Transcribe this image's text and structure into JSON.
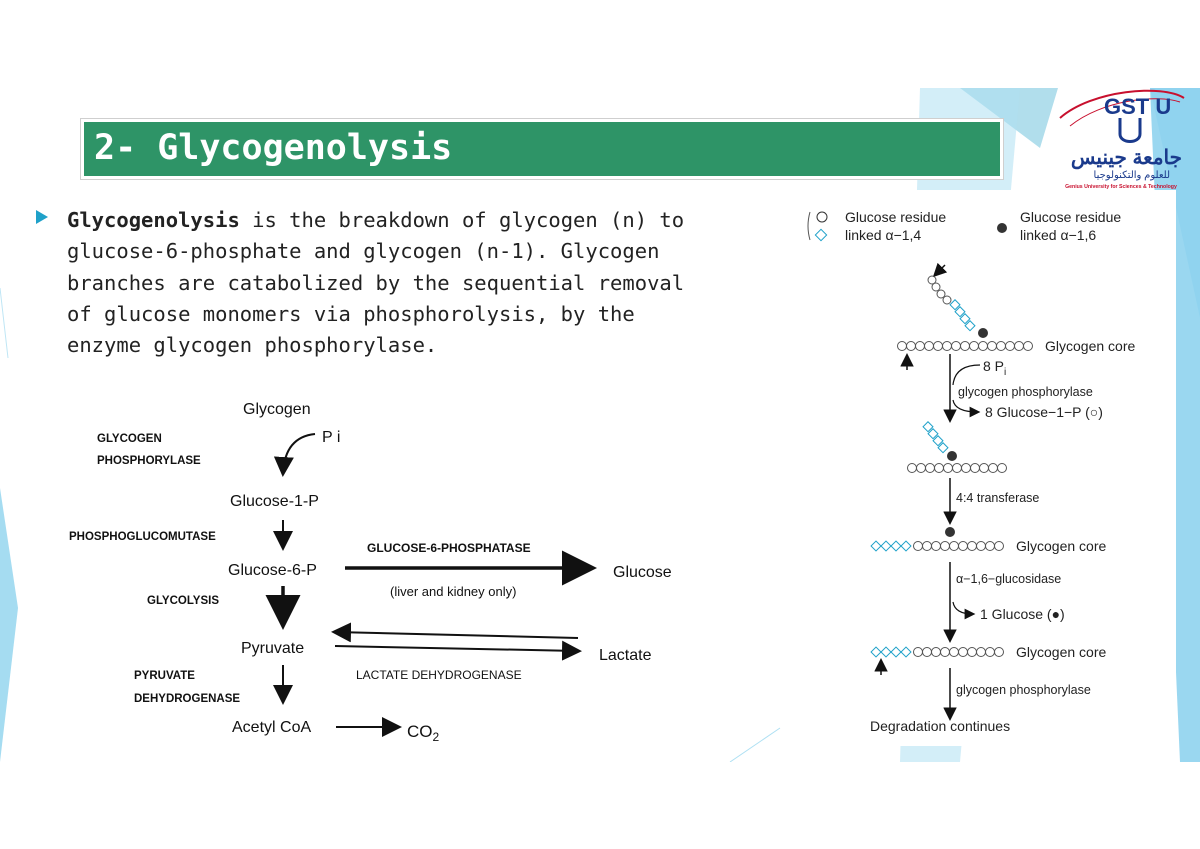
{
  "slide": {
    "title": "2- Glycogenolysis",
    "intro_bold": "Glycogenolysis",
    "intro_rest": " is the breakdown of glycogen (n) to glucose-6-phosphate and glycogen (n-1). Glycogen branches are catabolized by the sequential removal of glucose monomers via phosphorolysis, by the enzyme glycogen phosphorylase."
  },
  "logo": {
    "mark": "GST U",
    "arabic_name": "جامعة جينيس",
    "arabic_sub": "للعلوم والتكنولوجيا",
    "english_name": "Genius University for Sciences & Technology"
  },
  "pathway": {
    "glycogen": "Glycogen",
    "pi": "P i",
    "enzyme_phosphorylase_1": "GLYCOGEN",
    "enzyme_phosphorylase_2": "PHOSPHORYLASE",
    "g1p": "Glucose-1-P",
    "enzyme_mutase": "PHOSPHOGLUCOMUTASE",
    "g6p": "Glucose-6-P",
    "enzyme_phosphatase": "GLUCOSE-6-PHOSPHATASE",
    "phosphatase_note": "(liver and kidney only)",
    "glucose": "Glucose",
    "glycolysis": "GLYCOLYSIS",
    "pyruvate": "Pyruvate",
    "lactate": "Lactate",
    "ldh": "LACTATE   DEHYDROGENASE",
    "pdh_1": "PYRUVATE",
    "pdh_2": "DEHYDROGENASE",
    "acetyl_coa": "Acetyl CoA",
    "co2": "CO",
    "co2_sub": "2"
  },
  "degradation": {
    "legend_a14_1": "Glucose residue",
    "legend_a14_2": "linked α−1,4",
    "legend_a16_1": "Glucose residue",
    "legend_a16_2": "linked α−1,6",
    "glycogen_core_1": "Glycogen core",
    "pi": "8 P",
    "pi_sub": "i",
    "phosphorylase_1": "glycogen phosphorylase",
    "g1p_product": "8 Glucose−1−P (○)",
    "transferase": "4:4 transferase",
    "glycogen_core_2": "Glycogen core",
    "glucosidase": "α−1,6−glucosidase",
    "glucose_product": "1 Glucose (●)",
    "glycogen_core_3": "Glycogen core",
    "phosphorylase_2": "glycogen phosphorylase",
    "continues": "Degradation continues"
  },
  "colors": {
    "title_bg": "#2e9467",
    "accent_blue": "#1fa1c9",
    "light_blue": "#8fd3ee",
    "logo_red": "#c8102e",
    "logo_blue": "#1a3a8c"
  }
}
